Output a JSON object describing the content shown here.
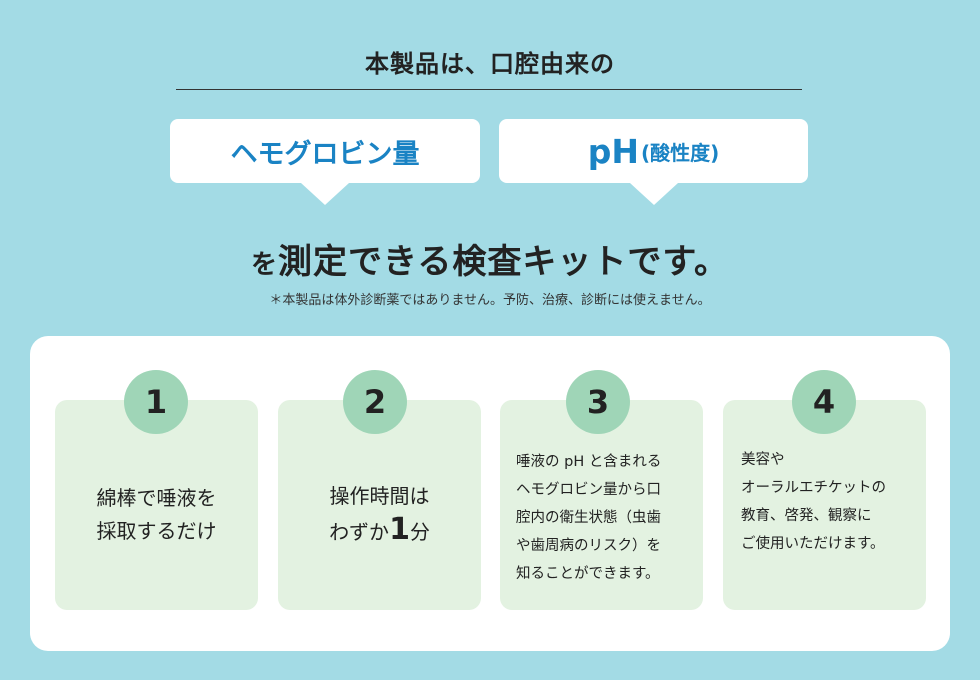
{
  "intro": "本製品は、口腔由来の",
  "pills": {
    "hemoglobin": "ヘモグロビン量",
    "ph_main": "pH",
    "ph_sub": "(酸性度)"
  },
  "headline": {
    "prefix": "を",
    "main": "測定できる検査キットです。"
  },
  "note": "＊本製品は体外診断薬ではありません。予防、治療、診断には使えません。",
  "features": [
    {
      "number": "1",
      "lines": [
        "綿棒で唾液を",
        "採取するだけ"
      ]
    },
    {
      "number": "2",
      "line1": "操作時間は",
      "line2_pre": "わずか",
      "line2_num": "1",
      "line2_post": "分"
    },
    {
      "number": "3",
      "lines": [
        "唾液の pH と含まれる",
        "ヘモグロビン量から口",
        "腔内の衛生状態（虫歯",
        "や歯周病のリスク）を",
        "知ることができます。"
      ]
    },
    {
      "number": "4",
      "lines": [
        "美容や",
        "オーラルエチケットの",
        "教育、啓発、観察に",
        "ご使用いただけます。"
      ]
    }
  ]
}
